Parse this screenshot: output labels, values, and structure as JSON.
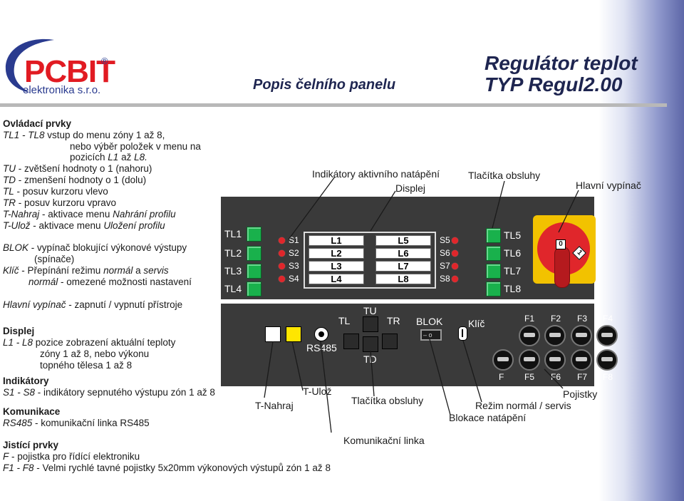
{
  "header": {
    "logo_brand": "PCBIT",
    "logo_registered": "®",
    "logo_sub": "elektronika s.r.o.",
    "center_title": "Popis čelního panelu",
    "title_line1": "Regulátor teplot",
    "title_line2": "TYP Regul2.00"
  },
  "legend": {
    "controls_heading": "Ovládací prvky",
    "c1_key": "TL1 - TL8",
    "c1_text": " vstup do menu zóny 1 až 8,",
    "c1_line2": "nebo výběr položek v menu na",
    "c1_line3_a": "pozicích ",
    "c1_line3_b": "L1",
    "c1_line3_c": " až ",
    "c1_line3_d": "L8.",
    "tu_key": "TU",
    "tu_text": " - zvětšení hodnoty o 1 (nahoru)",
    "td_key": "TD",
    "td_text": " - zmenšení hodnoty o 1 (dolu)",
    "tl_key": "TL",
    "tl_text": " - posuv kurzoru vlevo",
    "tr_key": "TR",
    "tr_text": " - posuv kurzoru vpravo",
    "tn_key": "T-Nahraj",
    "tn_text": " - aktivace menu ",
    "tn_text2": "Nahrání profilu",
    "tu2_key": "T-Ulož",
    "tu2_text": " - aktivace menu ",
    "tu2_text2": "Uložení profilu",
    "blok_key": "BLOK",
    "blok_text": " - vypínač blokující výkonové výstupy",
    "blok_line2": "(spínače)",
    "klic_key": "Klíč",
    "klic_text": " - Přepínání režimu ",
    "klic_text2": "normál",
    "klic_text3": " a ",
    "klic_text4": "servis",
    "klic_line2_a": "normál",
    "klic_line2_b": " - omezené možnosti nastavení",
    "hv_key": "Hlavní vypínač",
    "hv_text": " - zapnutí / vypnutí přístroje",
    "displej_heading": "Displej",
    "disp_key": "L1 - L8",
    "disp_text": " pozice zobrazení aktuální teploty",
    "disp_line2": "zóny 1 až 8, nebo výkonu",
    "disp_line3": "topného tělesa 1 až 8",
    "ind_heading": "Indikátory",
    "ind_key": "S1 - S8",
    "ind_text": " - indikátory sepnutého výstupu zón 1 až 8",
    "kom_heading": "Komunikace",
    "kom_key": "RS485",
    "kom_text": " - komunikační linka RS485",
    "jis_heading": "Jistící prvky",
    "f_key": "F",
    "f_text": " - pojistka pro řídící elektroniku",
    "f18_key": "F1 - F8",
    "f18_text": " - Velmi rychlé tavné pojistky 5x20mm výkonových výstupů zón 1 až 8"
  },
  "annotations": {
    "indikatory": "Indikátory aktivního natápění",
    "displej": "Displej",
    "tlacitka_top": "Tlačítka obsluhy",
    "hlavni": "Hlavní vypínač",
    "t_uloz": "T-Ulož",
    "t_nahraj": "T-Nahraj",
    "tlacitka_bottom": "Tlačítka obsluhy",
    "komunikacni": "Komunikační linka",
    "pojistky": "Pojistky",
    "rezim": "Režim normál / servis",
    "blokace": "Blokace natápění"
  },
  "panel": {
    "tl_left": [
      "TL1",
      "TL2",
      "TL3",
      "TL4"
    ],
    "tl_right": [
      "TL5",
      "TL6",
      "TL7",
      "TL8"
    ],
    "s_left": [
      "S1",
      "S2",
      "S3",
      "S4"
    ],
    "s_right": [
      "S5",
      "S6",
      "S7",
      "S8"
    ],
    "display_left": [
      "L1",
      "L2",
      "L3",
      "L4"
    ],
    "display_right": [
      "L5",
      "L6",
      "L7",
      "L8"
    ],
    "switch_off": "0",
    "switch_on": "1",
    "rs485": "RS485",
    "tl": "TL",
    "tu": "TU",
    "tr": "TR",
    "td": "TD",
    "blok": "BLOK",
    "klic": "Klíč",
    "fuse_top": [
      "F1",
      "F2",
      "F3",
      "F4"
    ],
    "fuse_bottom": [
      "F",
      "F5",
      "F6",
      "F7",
      "F8"
    ]
  },
  "colors": {
    "button_green": "#19b14c",
    "led_red": "#e0262b",
    "switch_yellow": "#f2c200",
    "switch_red": "#e0262b",
    "brand_red": "#e11b22",
    "brand_blue": "#2a3b8f",
    "button_yellow": "#ffe600"
  }
}
